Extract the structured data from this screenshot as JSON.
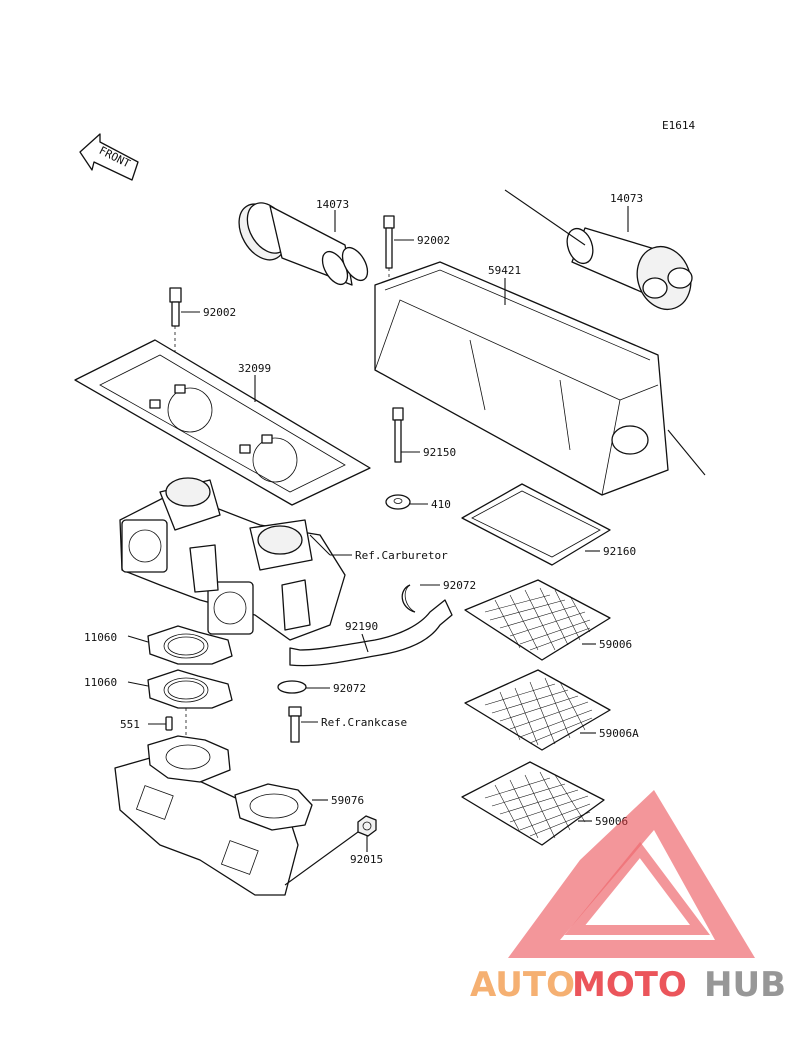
{
  "diagram_code": "E1614",
  "front_label": "FRONT",
  "parts": {
    "p14073_left": "14073",
    "p14073_right": "14073",
    "p92002_top": "92002",
    "p59421": "59421",
    "p92002_left": "92002",
    "p32099": "32099",
    "p92150": "92150",
    "p410": "410",
    "ref_carburetor": "Ref.Carburetor",
    "p92160": "92160",
    "p92072_top": "92072",
    "p59006_a": "59006",
    "p11060_a": "11060",
    "p92190": "92190",
    "p11060_b": "11060",
    "p92072_bottom": "92072",
    "p551": "551",
    "ref_crankcase": "Ref.Crankcase",
    "p59006A": "59006A",
    "p59076": "59076",
    "p59006_b": "59006",
    "p92015": "92015"
  },
  "watermark": {
    "part1": "AUTO",
    "part2": "MOTO",
    "part3": "HUB",
    "color_orange": "#f4a35a",
    "color_red": "#e8383f",
    "color_gray": "#8c8c8c"
  }
}
